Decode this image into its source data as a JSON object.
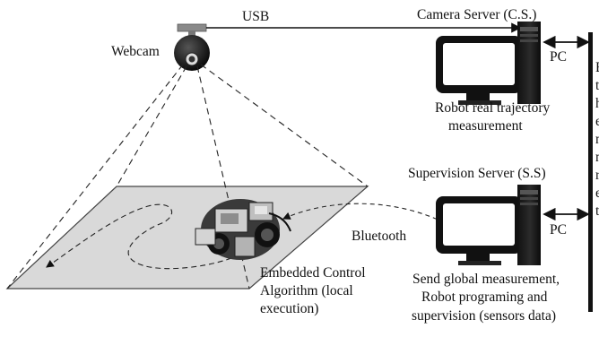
{
  "labels": {
    "usb": "USB",
    "webcam": "Webcam",
    "camera_server": "Camera Server (C.S.)",
    "camera_pc": "PC",
    "camera_caption_line1": "Robot real trajectory",
    "camera_caption_line2": "measurement",
    "supervision_server": "Supervision Server (S.S)",
    "supervision_pc": "PC",
    "supervision_caption_line1": "Send global measurement,",
    "supervision_caption_line2": "Robot programing and",
    "supervision_caption_line3": "supervision (sensors data)",
    "bluetooth": "Bluetooth",
    "embedded_line1": "Embedded Control",
    "embedded_line2": "Algorithm (local",
    "embedded_line3": "execution)"
  },
  "cut_off_text": [
    "E",
    "t",
    "h",
    "e",
    "n",
    "n",
    "r",
    "e",
    "t"
  ]
}
